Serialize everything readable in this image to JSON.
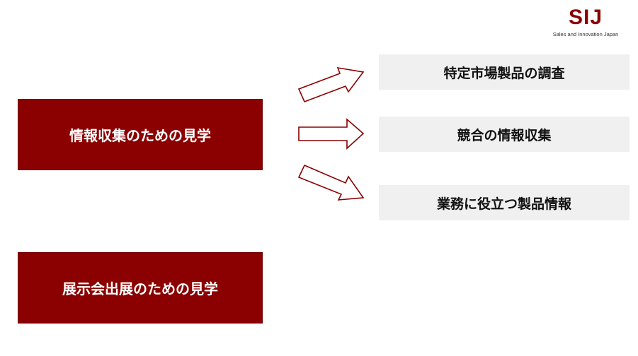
{
  "logo": {
    "mark": "SIJ",
    "tagline": "Sales and Innovation Japan"
  },
  "boxes": {
    "information_gathering": "情報収集のための見学",
    "exhibition": "展示会出展のための見学"
  },
  "items": [
    "特定市場製品の調査",
    "競合の情報収集",
    "業務に役立つ製品情報"
  ],
  "colors": {
    "accent": "#8b0000",
    "item_background": "#f0f0f0"
  }
}
